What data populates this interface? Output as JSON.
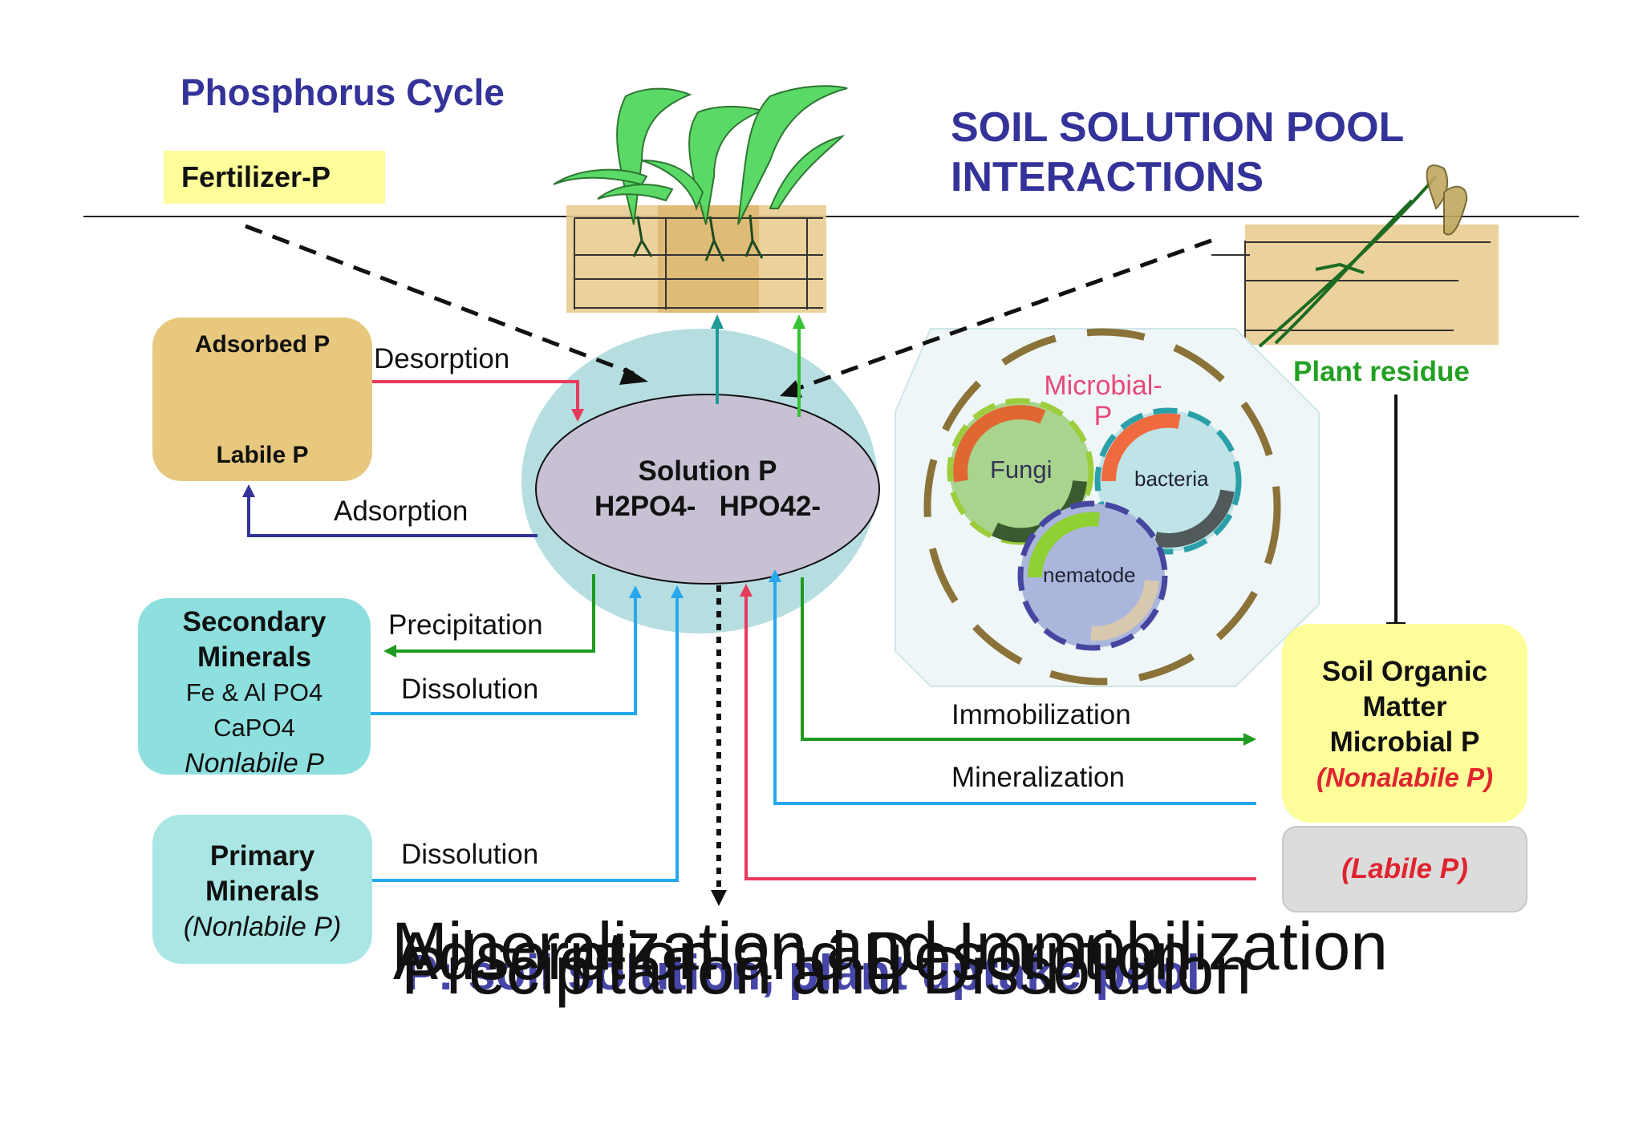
{
  "titles": {
    "left": "Phosphorus Cycle",
    "right_line1": "SOIL SOLUTION POOL",
    "right_line2": "INTERACTIONS"
  },
  "fertilizer": "Fertilizer-P",
  "plant_residue": "Plant residue",
  "adsorbed_box": {
    "title": "Adsorbed P",
    "subtitle": "Labile P"
  },
  "solution": {
    "title": "Solution P",
    "formula_a": "H2PO4-",
    "formula_b": "HPO42-"
  },
  "secondary_box": {
    "line1": "Secondary",
    "line2": "Minerals",
    "line3": "Fe & Al PO4",
    "line4": "CaPO4",
    "line5": "Nonlabile P"
  },
  "primary_box": {
    "line1": "Primary",
    "line2": "Minerals",
    "line3": "(Nonlabile P)"
  },
  "som_box": {
    "line1": "Soil Organic",
    "line2": "Matter",
    "line3": "Microbial P",
    "line4": "(Nonalabile P)"
  },
  "labile_box": "(Labile P)",
  "microbes": {
    "title_line1": "Microbial-",
    "title_line2": "P",
    "fungi": "Fungi",
    "bacteria": "bacteria",
    "nematode": "nematode"
  },
  "process_labels": {
    "desorption": "Desorption",
    "adsorption": "Adsorption",
    "precipitation": "Precipitation",
    "dissolution_secondary": "Dissolution",
    "dissolution_primary": "Dissolution",
    "immobilization": "Immobilization",
    "mineralization": "Mineralization"
  },
  "overlays": {
    "text_a": "Mineralization and Immobilization",
    "text_b": "Adsorption and Desorption",
    "text_c": "Precipitation and Dissolution",
    "text_d": "P: soil solution, plant uptake pool"
  },
  "colors": {
    "dark_blue": "#33339a",
    "red": "#e83a5c",
    "green": "#1f9a1f",
    "light_blue": "#27a7ee",
    "teal": "#1f9a96",
    "bright_green": "#35c235",
    "solution_fill": "#c7c1d3",
    "halo": "#a9d8dc"
  }
}
